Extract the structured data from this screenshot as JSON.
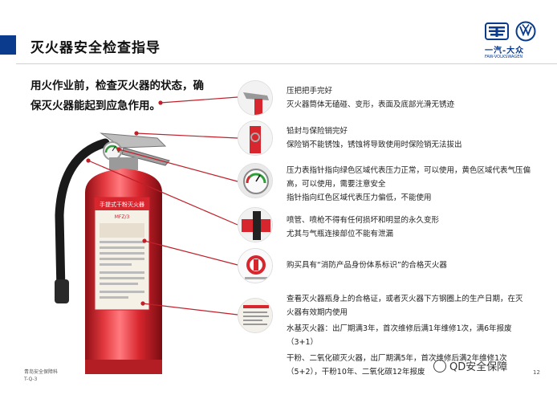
{
  "header": {
    "title": "灭火器安全检查指导",
    "logo_brand": "一汽-大众",
    "logo_sub": "FAW-VOLKSWAGEN"
  },
  "intro": {
    "line1": "用火作业前，检查灭火器的状态，确",
    "line2": "保灭火器能起到应急作用。"
  },
  "extinguisher_label": {
    "title": "手提式干粉灭火器",
    "model": "MFZ/3"
  },
  "items": [
    {
      "lines": [
        "压把把手完好",
        "灭火器筒体无磕碰、变形，表面及底部光滑无锈迹"
      ]
    },
    {
      "lines": [
        "铅封与保险销完好",
        "保险销不能锈蚀，锈蚀将导致使用时保险销无法拔出"
      ]
    },
    {
      "lines": [
        "压力表指针指向绿色区域代表压力正常，可以使用，黄色区域代表气压偏高，可以使用，需要注意安全",
        "指针指向红色区域代表压力偏低，不能使用"
      ]
    },
    {
      "lines": [
        "喷管、喷枪不得有任何损坏和明显的永久变形",
        "尤其与气瓶连接部位不能有泄漏"
      ]
    },
    {
      "lines": [
        "购买具有“消防产品身份体系标识”的合格灭火器"
      ]
    },
    {
      "lines": [
        "查看灭火器瓶身上的合格证，或者灭火器下方钢圈上的生产日期，在灭火器有效期内使用",
        "水基灭火器：出厂期满3年，首次维修后满1年维修1次，满6年报废（3+1）",
        "干粉、二氧化碳灭火器，出厂期满5年，首次维修后满2年维修1次（5+2），干粉10年、二氧化碳12年报废"
      ]
    }
  ],
  "footer": {
    "line1": "青岛安全保障科",
    "line2": "T-Q-3",
    "page": "12",
    "watermark": "QD安全保障"
  },
  "colors": {
    "accent": "#0b3b8c",
    "extinguisher_red": "#d8262e",
    "leader_red": "#c0202a"
  }
}
